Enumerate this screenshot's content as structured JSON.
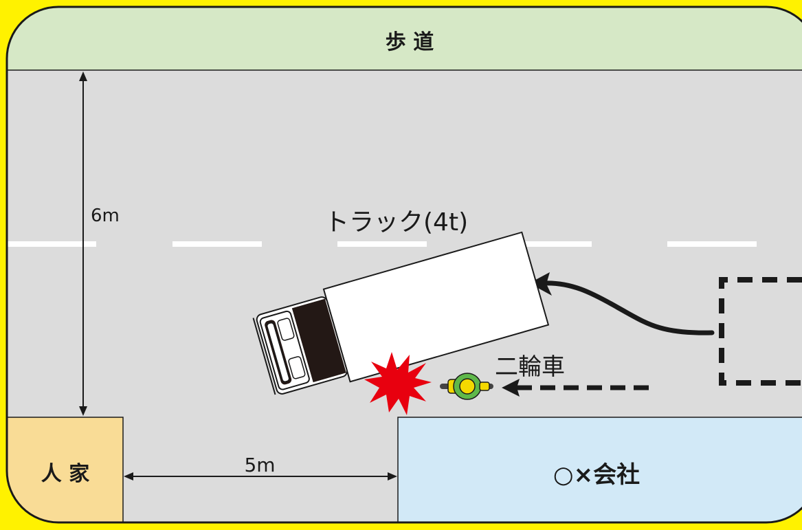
{
  "labels": {
    "sidewalk": "歩 道",
    "road_width": "6m",
    "truck": "トラック(4t)",
    "motorcycle": "二輪車",
    "house": "人 家",
    "gap": "5m",
    "company": "○×会社"
  },
  "colors": {
    "background": "#fff200",
    "sidewalk": "#d6e8c6",
    "road": "#dcdcdc",
    "house": "#f9dc96",
    "company": "#d2e9f7",
    "impact": "#e8000f",
    "rider": "#f4d800",
    "rider_body": "#5fb84a",
    "lane_marking": "#ffffff",
    "outline": "#1a1a1a"
  },
  "icons": [
    "collision-burst-icon",
    "motorcycle-icon",
    "truck-icon",
    "path-arrow-icon"
  ]
}
